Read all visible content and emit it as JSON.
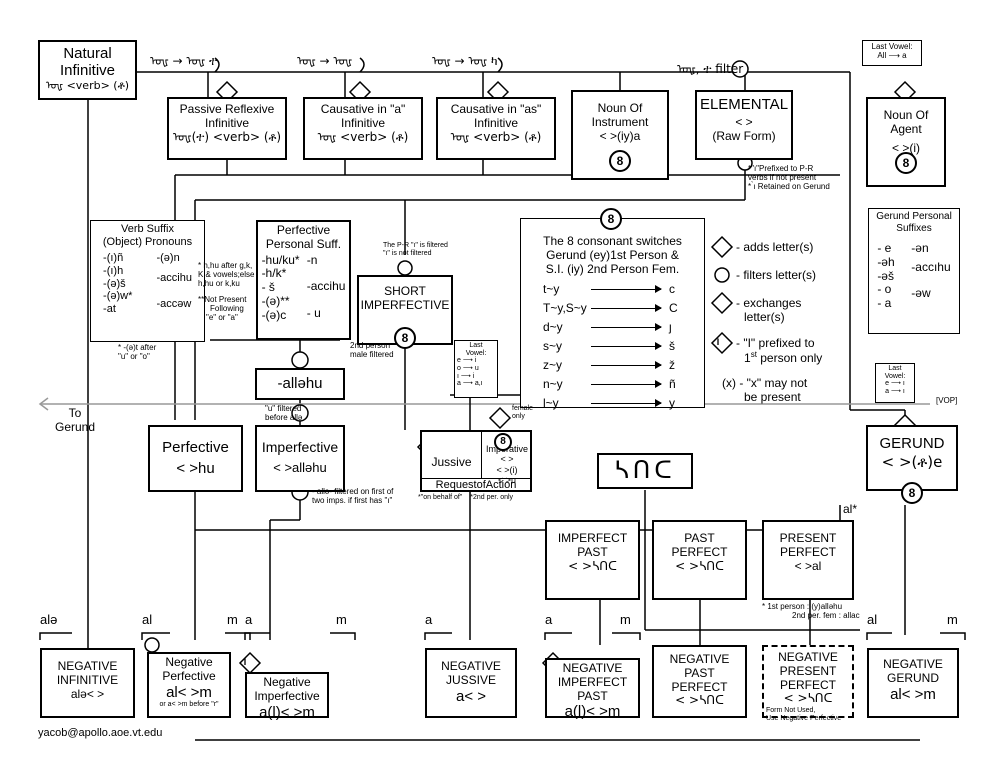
{
  "natural": {
    "line1": "Natural",
    "line2": "Infinitive",
    "line3": "ᠣᡁ <verb> (ቶ)"
  },
  "transforms": {
    "t1": "ᠣᡁ → ᠣᡁ ተ",
    "t2": "ᠣᡁ → ᠣᡁ",
    "t3": "ᠣᡁ → ᠣᡁ ካ",
    "t4": "ᠣᡁ, ተ filter"
  },
  "passive": {
    "line1": "Passive Reflexive",
    "line2": "Infinitive",
    "line3": "ᠣᡁ(ተ) <verb> (ቶ)"
  },
  "causa": {
    "line1": "Causative in \"a\"",
    "line2": "Infinitive",
    "line3": "ᠣᡁ <verb> (ቶ)"
  },
  "causas": {
    "line1": "Causative in \"as\"",
    "line2": "Infinitive",
    "line3": "ᠣᡁ <verb> (ቶ)"
  },
  "instrument": {
    "line1": "Noun Of",
    "line2": "Instrument",
    "line3": "<    >(iy)a"
  },
  "elemental": {
    "line1": "ELEMENTAL",
    "line2": "<    >",
    "line3": "(Raw Form)"
  },
  "elemental_notes": {
    "n1": "*\"ı\"Prefixed to P-R",
    "n2": "verbs if not present",
    "n3": "* ̀ı Retained on Gerund"
  },
  "lastvowel_top": {
    "line1": "Last Vowel:",
    "line2": "All ⟶ a"
  },
  "agent": {
    "line1": "Noun Of Agent",
    "line2": "<    >(i)"
  },
  "verbsuffix": {
    "title1": "Verb Suffix",
    "title2": "(Object) Pronouns",
    "c1": [
      "-(ı)ñ",
      "-(ı)h",
      "-(ə)š",
      "-(ə)w*",
      "-at"
    ],
    "c2": [
      "-(ə)n",
      "-accihu",
      "",
      "-accəw"
    ],
    "note1": "* -(ə)t after",
    "note2": "\"u\" or \"o\""
  },
  "perfsuff": {
    "title1": "Perfective",
    "title2": "Personal Suff.",
    "c1": [
      "-hu/ku*",
      "-h/k*",
      "- š",
      "-(ə)**",
      "-(ə)c"
    ],
    "c2": [
      "-n",
      "",
      "-accihu",
      "",
      "- u"
    ]
  },
  "perfsuff_notes": {
    "n1": "* h,hu after g,k,",
    "n2": "K & vowels;else",
    "n3": "h,hu or k,ku",
    "n4": "**Not Present",
    "n5": "Following",
    "n6": "\"e\" or \"a\""
  },
  "shortimp": {
    "line1": "SHORT",
    "line2": "IMPERFECTIVE",
    "note1": "The P-R \"ı\" is filtered",
    "note2": "\"ı\" is not filtered"
  },
  "eight": {
    "title1": "The 8 consonant switches",
    "title2": "Gerund (ey)1st Person &",
    "title3": "S.I. (iy) 2nd Person Fem.",
    "rows": [
      [
        "t~y",
        "c"
      ],
      [
        "T~y,S~y",
        "C"
      ],
      [
        "d~y",
        "ȷ"
      ],
      [
        "s~y",
        "š"
      ],
      [
        "z~y",
        "ž"
      ],
      [
        "n~y",
        "ñ"
      ],
      [
        "l~y",
        "y"
      ]
    ]
  },
  "legend": {
    "adds": "- adds letter(s)",
    "filters": "- filters letter(s)",
    "exch1": "- exchanges",
    "exch2": "letter(s)",
    "pref1": "- \"I\" prefixed to",
    "pref2a": "1",
    "pref2b": "st",
    "pref2c": " person only",
    "x1": "(x) - \"x\" may not",
    "x2": "be present"
  },
  "gerundsuff": {
    "title1": "Gerund Personal",
    "title2": "Suffixes",
    "c1": [
      "- e",
      "-əh",
      "-əš",
      "- o",
      "- a"
    ],
    "c2": [
      "-ən",
      "",
      "-accıhu",
      "",
      "-əw"
    ]
  },
  "alləhu": {
    "label": "-alləhu",
    "note1": "2nd person",
    "note2": "male filtered"
  },
  "perfective": {
    "line1": "Perfective",
    "line2": "<    >hu"
  },
  "imperfective": {
    "line1": "Imperfective",
    "line2": "<    >alləhu",
    "note1": "\"u\" filtered",
    "note2": "before allə",
    "note3": "- allə- filtered on first of",
    "note4": "two imps. if first has \"ı\""
  },
  "togerund": {
    "line1": "To",
    "line2": "Gerund"
  },
  "lastvowel_mid": {
    "line1": "Last",
    "line2": "Vowel:",
    "r1": "e ⟶ i",
    "r2": "o ⟶ u",
    "r3": "ı ⟶ i",
    "r4": "a ⟶ a,ı"
  },
  "female_only": {
    "line1": "female",
    "line2": "only"
  },
  "request": {
    "jussive": "Jussive",
    "imperative": "Imperative",
    "i1": "<    >",
    "i2": "<    >(i)",
    "i3": "<    >u",
    "footer": "RequestofAction",
    "note1": "*\"on behalf of\"",
    "note2": "*2nd per. only"
  },
  "lastvowel_right": {
    "line1": "Last",
    "line2": "Vowel:",
    "r1": "e ⟶ ı",
    "r2": "a ⟶ ı"
  },
  "vop": "[VOP]",
  "gerund": {
    "line1": "GERUND",
    "line2": "<    >(ቶ)e"
  },
  "nbr": "ᓴᑎᑕ",
  "al_star": "al*",
  "imppast": {
    "line1": "IMPERFECT",
    "line2": "PAST",
    "line3": "<    >ᓴᑎᑕ"
  },
  "pastperf": {
    "line1": "PAST",
    "line2": "PERFECT",
    "line3": "<    >ᓴᑎᑕ"
  },
  "presperf": {
    "line1": "PRESENT",
    "line2": "PERFECT",
    "line3": "<    >al",
    "note1": "* 1st person   : (y)alləhu",
    "note2": "2nd per. fem : allac"
  },
  "neg": {
    "inf": {
      "line1": "NEGATIVE",
      "line2": "INFINITIVE",
      "line3": "alə<    >",
      "pre": "alə"
    },
    "perf": {
      "line1": "Negative",
      "line2": "Perfective",
      "line3": "al<    >m",
      "note": "or a<    >m before \"r\"",
      "pre": "al",
      "post": "m"
    },
    "imp": {
      "line1": "Negative",
      "line2": "Imperfective",
      "line3": "a(l)<    >m",
      "pre": "a",
      "post": "m"
    },
    "juss": {
      "line1": "NEGATIVE",
      "line2": "JUSSIVE",
      "line3": "a<    >",
      "pre": "a"
    },
    "imppast": {
      "line1": "NEGATIVE",
      "line2": "IMPERFECT",
      "line3": "PAST",
      "line4": "a(l)<    >m",
      "pre": "a",
      "post": "m"
    },
    "pastperf": {
      "line1": "NEGATIVE",
      "line2": "PAST",
      "line3": "PERFECT",
      "line4": "<    >ᓴᑎᑕ"
    },
    "presperf": {
      "line1": "NEGATIVE",
      "line2": "PRESENT",
      "line3": "PERFECT",
      "line4": "<    >ᓴᑎᑕ",
      "note1": "Form Not Used,",
      "note2": "Use Negative Perfective"
    },
    "ger": {
      "line1": "NEGATIVE",
      "line2": "GERUND",
      "line3": "al<    >m",
      "pre": "al",
      "post": "m"
    }
  },
  "email": "yacob@apollo.aoe.vt.edu"
}
